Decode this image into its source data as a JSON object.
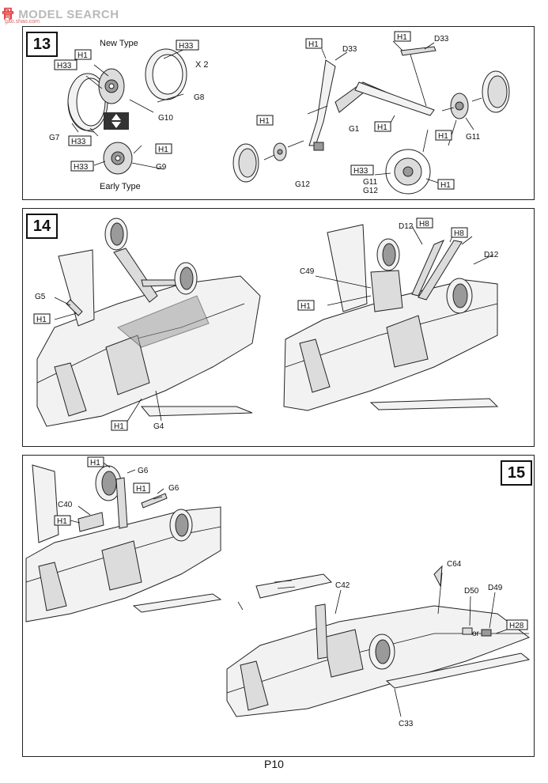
{
  "watermark": {
    "logo": "骨",
    "site": "MODEL SEARCH",
    "url": "gao.shao.com"
  },
  "steps": [
    {
      "number": "13",
      "labels": {
        "new_type": "New Type",
        "early_type": "Early Type",
        "x2": "X 2",
        "h1": "H1",
        "h33": "H33",
        "g7": "G7",
        "g8": "G8",
        "g9": "G9",
        "g10": "G10",
        "d33": "D33",
        "g1": "G1",
        "g11": "G11",
        "g12": "G12"
      }
    },
    {
      "number": "14",
      "labels": {
        "g5": "G5",
        "h1": "H1",
        "g4": "G4",
        "d12": "D12",
        "h8": "H8",
        "c49": "C49"
      }
    },
    {
      "number": "15",
      "labels": {
        "h1": "H1",
        "g6": "G6",
        "c40": "C40",
        "c42": "C42",
        "c64": "C64",
        "d50": "D50",
        "d49": "D49",
        "or": "or",
        "h28": "H28",
        "c33": "C33"
      }
    }
  ],
  "page": {
    "number": "P10"
  }
}
